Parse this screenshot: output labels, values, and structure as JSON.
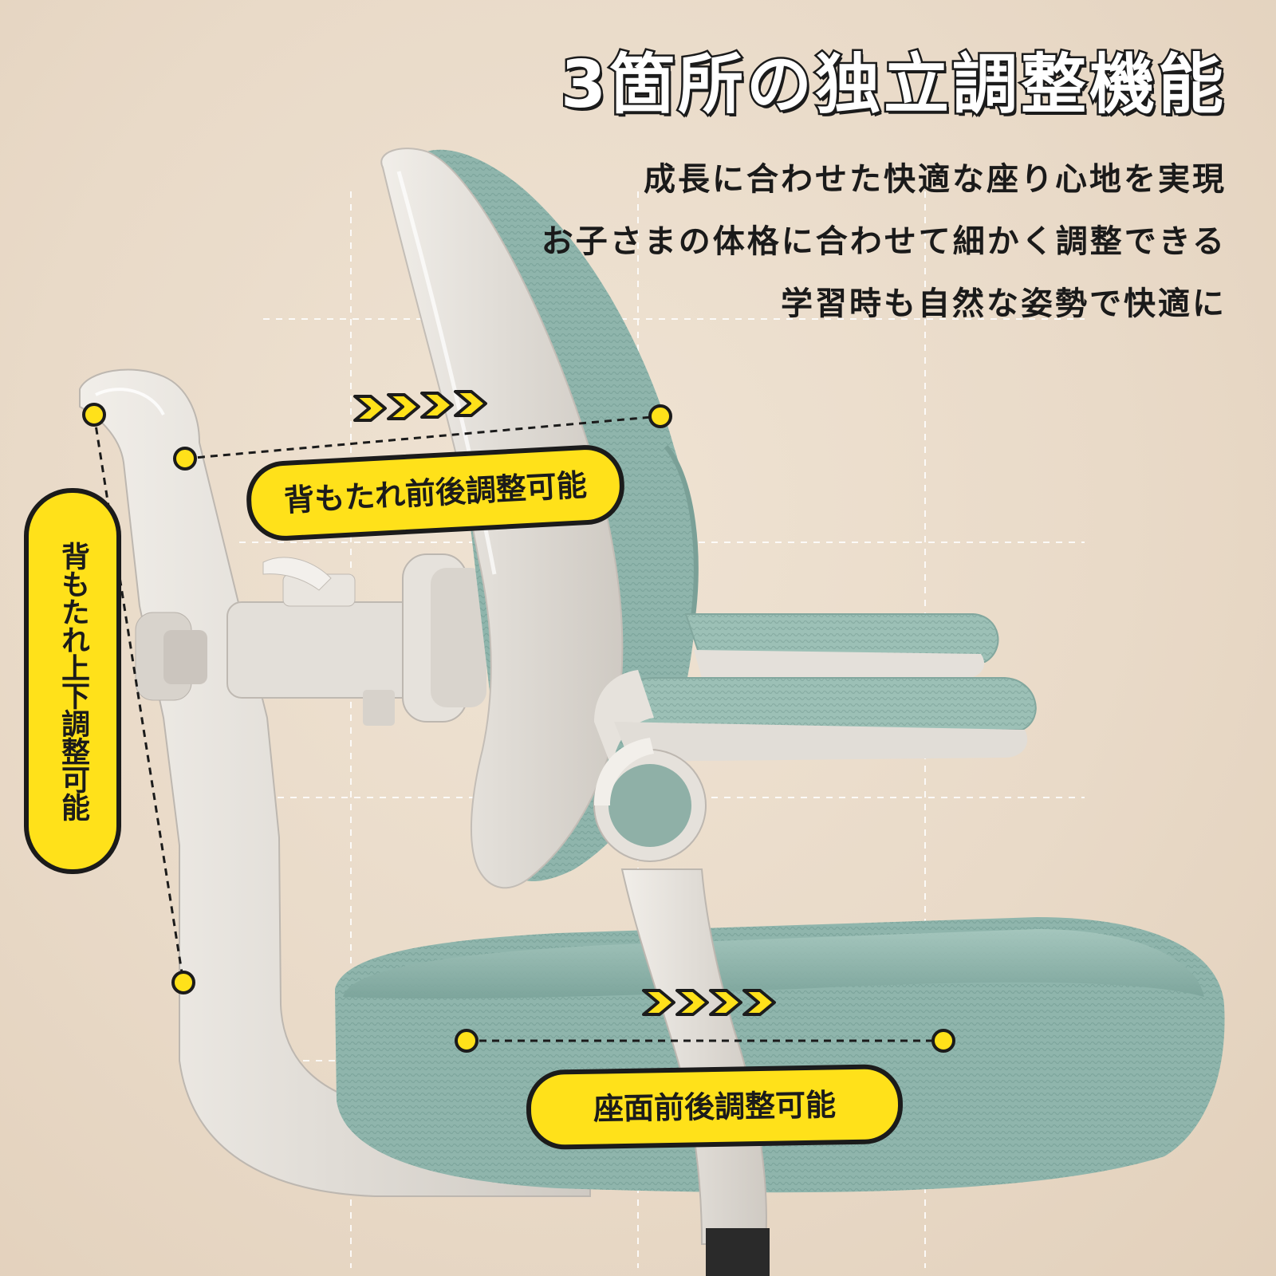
{
  "headline": "3箇所の独立調整機能",
  "subtitles": [
    "成長に合わせた快適な座り心地を実現",
    "お子さまの体格に合わせて細かく調整できる",
    "学習時も自然な姿勢で快適に"
  ],
  "labels": {
    "backrest_front_back": "背もたれ前後調整可能",
    "backrest_up_down": "背もたれ上下調整可能",
    "seat_front_back": "座面前後調整可能"
  },
  "colors": {
    "background": "#ece0cf",
    "label_fill": "#ffe11a",
    "outline": "#1b1b1b",
    "chair_fabric": "#8fb5ac",
    "chair_frame": "#e6e2dc"
  },
  "icons": [
    "chevron-right-icon",
    "adjustment-point-icon"
  ]
}
